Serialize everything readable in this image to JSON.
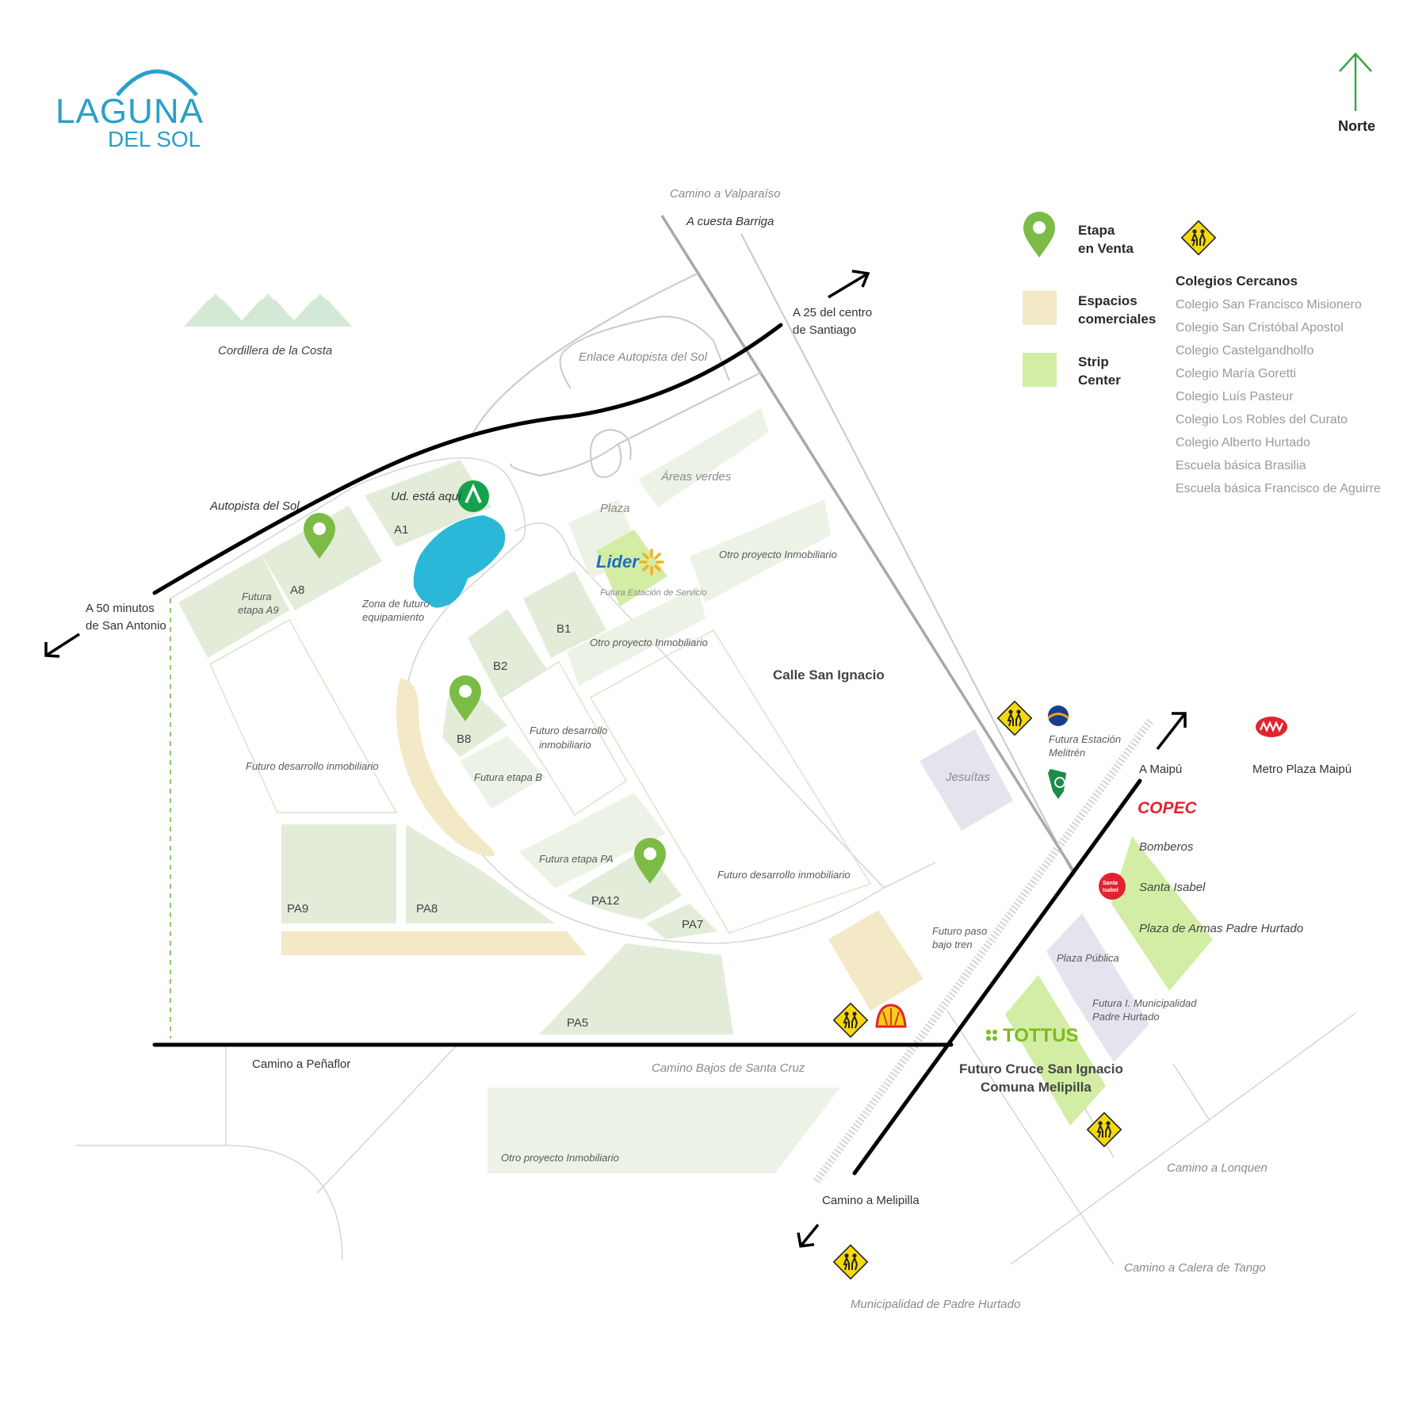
{
  "logo": {
    "line1": "LAGUNA",
    "line2": "DEL SOL",
    "color": "#2aa0c8"
  },
  "north": {
    "label": "Norte",
    "color": "#3aa64a"
  },
  "legend": {
    "items": [
      {
        "icon": "green-pin-icon",
        "label_line1": "Etapa",
        "label_line2": "en Venta"
      },
      {
        "icon": "beige-swatch",
        "label_line1": "Espacios",
        "label_line2": "comerciales",
        "color": "#f3e9c6"
      },
      {
        "icon": "green-swatch",
        "label_line1": "Strip",
        "label_line2": "Center",
        "color": "#d3eda4"
      }
    ],
    "schools_title": "Colegios Cercanos",
    "schools": [
      "Colegio San Francisco Misionero",
      "Colegio San Cristóbal Apostol",
      "Colegio Castelgandholfo",
      "Colegio María Goretti",
      "Colegio Luís Pasteur",
      "Colegio Los Robles del Curato",
      "Colegio Alberto Hurtado",
      "Escuela básica Brasilia",
      "Escuela básica Francisco de Aguirre"
    ]
  },
  "labels": {
    "camino_valparaiso": "Camino a Valparaíso",
    "cuesta_barriga": "A cuesta Barriga",
    "cordillera": "Cordillera de la Costa",
    "enlace": "Enlace Autopista del Sol",
    "santiago_1": "A 25 del centro",
    "santiago_2": "de Santiago",
    "autopista": "Autopista del Sol",
    "san_antonio_1": "A 50 minutos",
    "san_antonio_2": "de San Antonio",
    "aqui": "Ud. está aquí",
    "areas_verdes": "Áreas verdes",
    "plaza": "Plaza",
    "lider": "Lider",
    "estacion_servicio": "Futura Estación de Servicio",
    "otro_proyecto_1": "Otro proyecto Inmobiliario",
    "otro_proyecto_2": "Otro proyecto Inmobiliario",
    "otro_proyecto_3": "Otro proyecto Inmobiliario",
    "zona_1": "Zona de futuro",
    "zona_2": "equipamiento",
    "futura_a9_1": "Futura",
    "futura_a9_2": "etapa A9",
    "calle_san_ignacio": "Calle San Ignacio",
    "futuro_desarrollo_1": "Futuro desarrollo inmobiliario",
    "futuro_desarrollo_2a": "Futuro desarrollo",
    "futuro_desarrollo_2b": "inmobiliario",
    "futuro_desarrollo_3": "Futuro desarrollo inmobiliario",
    "futura_b": "Futura etapa B",
    "futura_pa": "Futura etapa PA",
    "jesuitas": "Jesuítas",
    "estacion_melitren_1": "Futura Estación",
    "estacion_melitren_2": "Melitrén",
    "a_maipu": "A Maipú",
    "metro": "Metro Plaza Maipú",
    "copec": "COPEC",
    "bomberos": "Bomberos",
    "santa_isabel": "Santa Isabel",
    "plaza_armas": "Plaza de Armas Padre Hurtado",
    "plaza_publica": "Plaza Pública",
    "municipalidad_1": "Futura I. Municipalidad",
    "municipalidad_2": "Padre Hurtado",
    "paso_bajo_1": "Futuro paso",
    "paso_bajo_2": "bajo tren",
    "tottus": "TOTTUS",
    "cruce_1": "Futuro Cruce San Ignacio",
    "cruce_2": "Comuna Melipilla",
    "camino_penaflor": "Camino a Peñaflor",
    "camino_bajos": "Camino Bajos de Santa Cruz",
    "camino_melipilla": "Camino a Melipilla",
    "camino_lonquen": "Camino a Lonquen",
    "camino_calera": "Camino a Calera de Tango",
    "municipalidad_ph": "Municipalidad de Padre Hurtado"
  },
  "lots": {
    "a1": "A1",
    "a8": "A8",
    "b1": "B1",
    "b2": "B2",
    "b8": "B8",
    "pa9": "PA9",
    "pa8": "PA8",
    "pa12": "PA12",
    "pa7": "PA7",
    "pa5": "PA5"
  },
  "colors": {
    "lake": "#2bb8d8",
    "pin": "#7cbc46",
    "school_sign": "#f5d90e",
    "copec": "#e0242f",
    "metro": "#e0242f",
    "tottus": "#7cbc1f"
  }
}
